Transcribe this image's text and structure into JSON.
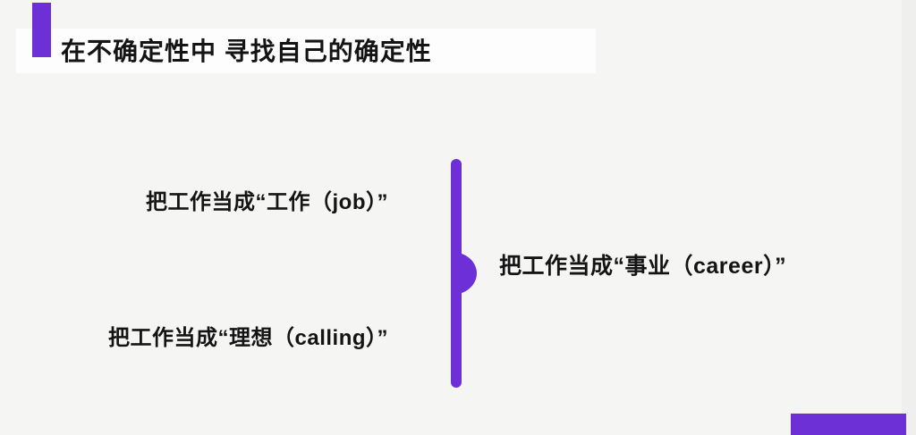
{
  "slide": {
    "background": "#f5f5f4",
    "accent_color": "#6d2fd6",
    "text_color": "#141414",
    "title": "在不确定性中 寻找自己的确定性",
    "timeline": {
      "items": [
        {
          "id": "job",
          "label": "把工作当成“工作（job）”",
          "side": "left"
        },
        {
          "id": "career",
          "label": "把工作当成“事业（career）”",
          "side": "right"
        },
        {
          "id": "calling",
          "label": "把工作当成“理想（calling）”",
          "side": "left"
        }
      ]
    }
  }
}
